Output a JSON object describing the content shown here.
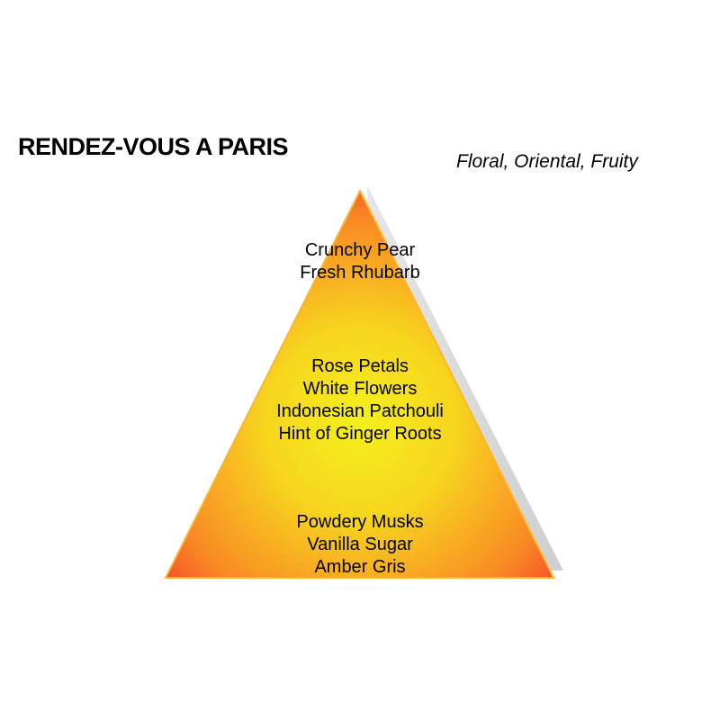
{
  "title": "RENDEZ-VOUS A PARIS",
  "subtitle": "Floral, Oriental, Fruity",
  "pyramid": {
    "top_notes": [
      "Crunchy Pear",
      "Fresh Rhubarb"
    ],
    "heart_notes": [
      "Rose Petals",
      "White Flowers",
      "Indonesian Patchouli",
      "Hint of Ginger Roots"
    ],
    "base_notes": [
      "Powdery Musks",
      "Vanilla Sugar",
      "Amber Gris"
    ]
  },
  "colors": {
    "apex": "#f7941d",
    "center": "#f6ec1e",
    "base_edge": "#f53a2a",
    "shadow": "#d8d8d8",
    "outline": "#f7b733"
  }
}
